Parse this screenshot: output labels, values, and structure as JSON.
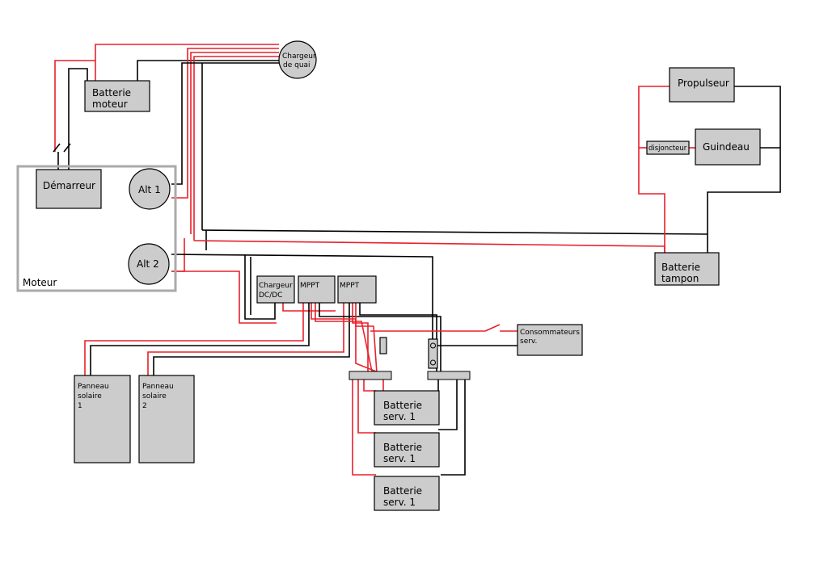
{
  "labels": {
    "battery_engine": [
      "Batterie",
      "moteur"
    ],
    "shore_charger": [
      "Chargeur",
      "de quai"
    ],
    "starter": "Démarreur",
    "alt1": "Alt 1",
    "alt2": "Alt 2",
    "engine": "Moteur",
    "thruster": "Propulseur",
    "breaker": "disjoncteur",
    "windlass": "Guindeau",
    "buffer_battery": [
      "Batterie",
      "tampon"
    ],
    "dcdc_charger": [
      "Chargeur",
      "DC/DC"
    ],
    "mppt1": "MPPT",
    "mppt2": "MPPT",
    "consumers": [
      "Consommateurs",
      "serv."
    ],
    "solar1": [
      "Panneau",
      "solaire",
      "1"
    ],
    "solar2": [
      "Panneau",
      "solaire",
      "2"
    ],
    "service_batt1": [
      "Batterie",
      "serv. 1"
    ],
    "service_batt2": [
      "Batterie",
      "serv. 1"
    ],
    "service_batt3": [
      "Batterie",
      "serv. 1"
    ]
  },
  "colors": {
    "positive_wire": "#e8202a",
    "negative_wire": "#000000",
    "component_fill": "#cccccc",
    "engine_frame": "#aaaaaa"
  }
}
